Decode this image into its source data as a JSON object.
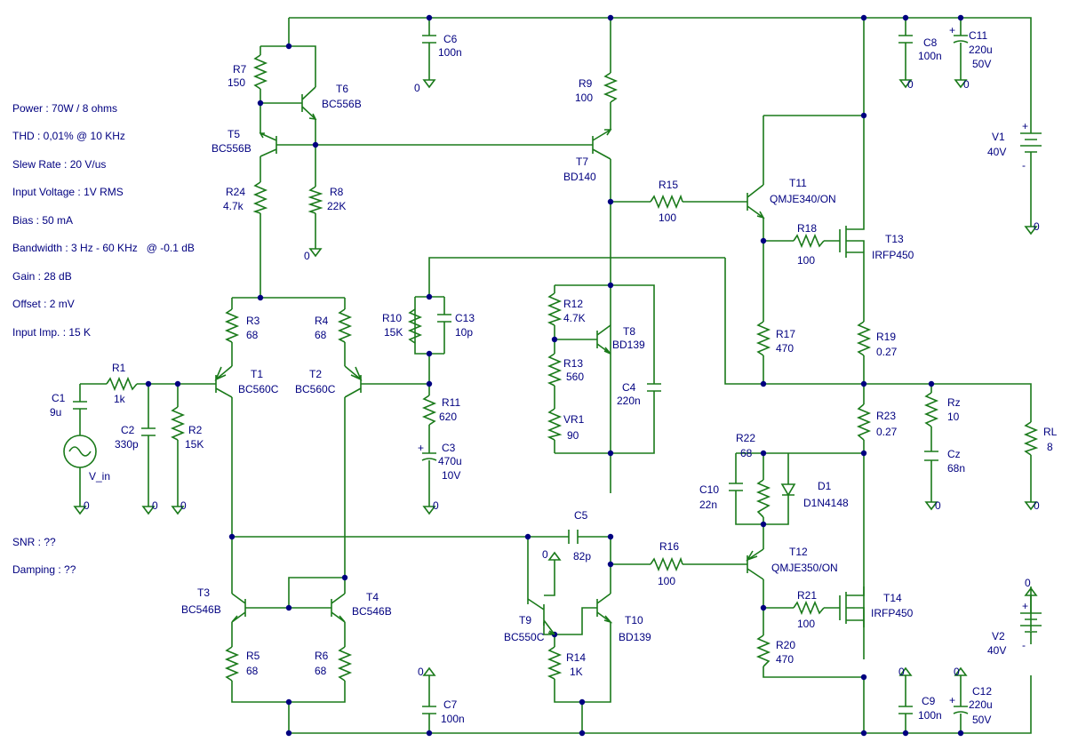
{
  "specs": {
    "power": "Power : 70W / 8 ohms",
    "thd": "THD : 0,01% @ 10 KHz",
    "slew_rate": "Slew Rate : 20 V/us",
    "input_voltage": "Input Voltage : 1V RMS",
    "bias": "Bias : 50 mA",
    "bandwidth": "Bandwidth : 3 Hz - 60 KHz   @ -0.1 dB",
    "gain": "Gain : 28 dB",
    "offset": "Offset : 2 mV",
    "input_imp": "Input Imp. : 15 K",
    "snr": "SNR : ??",
    "damping": "Damping : ??"
  },
  "components": {
    "r1": {
      "ref": "R1",
      "value": "1k"
    },
    "r2": {
      "ref": "R2",
      "value": "15K"
    },
    "r3": {
      "ref": "R3",
      "value": "68"
    },
    "r4": {
      "ref": "R4",
      "value": "68"
    },
    "r5": {
      "ref": "R5",
      "value": "68"
    },
    "r6": {
      "ref": "R6",
      "value": "68"
    },
    "r7": {
      "ref": "R7",
      "value": "150"
    },
    "r8": {
      "ref": "R8",
      "value": "22K"
    },
    "r9": {
      "ref": "R9",
      "value": "100"
    },
    "r10": {
      "ref": "R10",
      "value": "15K"
    },
    "r11": {
      "ref": "R11",
      "value": "620"
    },
    "r12": {
      "ref": "R12",
      "value": "4.7K"
    },
    "r13": {
      "ref": "R13",
      "value": "560"
    },
    "r14": {
      "ref": "R14",
      "value": "1K"
    },
    "r15": {
      "ref": "R15",
      "value": "100"
    },
    "r16": {
      "ref": "R16",
      "value": "100"
    },
    "r17": {
      "ref": "R17",
      "value": "470"
    },
    "r18": {
      "ref": "R18",
      "value": "100"
    },
    "r19": {
      "ref": "R19",
      "value": "0.27"
    },
    "r20": {
      "ref": "R20",
      "value": "470"
    },
    "r21": {
      "ref": "R21",
      "value": "100"
    },
    "r22": {
      "ref": "R22",
      "value": "68"
    },
    "r23": {
      "ref": "R23",
      "value": "0.27"
    },
    "r24": {
      "ref": "R24",
      "value": "4.7k"
    },
    "rz": {
      "ref": "Rz",
      "value": "10"
    },
    "rl": {
      "ref": "RL",
      "value": "8"
    },
    "vr1": {
      "ref": "VR1",
      "value": "90"
    },
    "c1": {
      "ref": "C1",
      "value": "9u"
    },
    "c2": {
      "ref": "C2",
      "value": "330p"
    },
    "c3": {
      "ref": "C3",
      "value": "470u",
      "value2": "10V"
    },
    "c4": {
      "ref": "C4",
      "value": "220n"
    },
    "c5": {
      "ref": "C5",
      "value": "82p"
    },
    "c6": {
      "ref": "C6",
      "value": "100n"
    },
    "c7": {
      "ref": "C7",
      "value": "100n"
    },
    "c8": {
      "ref": "C8",
      "value": "100n"
    },
    "c9": {
      "ref": "C9",
      "value": "100n"
    },
    "c10": {
      "ref": "C10",
      "value": "22n"
    },
    "c11": {
      "ref": "C11",
      "value": "220u",
      "value2": "50V"
    },
    "c12": {
      "ref": "C12",
      "value": "220u",
      "value2": "50V"
    },
    "c13": {
      "ref": "C13",
      "value": "10p"
    },
    "cz": {
      "ref": "Cz",
      "value": "68n"
    },
    "d1": {
      "ref": "D1",
      "value": "D1N4148"
    },
    "t1": {
      "ref": "T1",
      "value": "BC560C"
    },
    "t2": {
      "ref": "T2",
      "value": "BC560C"
    },
    "t3": {
      "ref": "T3",
      "value": "BC546B"
    },
    "t4": {
      "ref": "T4",
      "value": "BC546B"
    },
    "t5": {
      "ref": "T5",
      "value": "BC556B"
    },
    "t6": {
      "ref": "T6",
      "value": "BC556B"
    },
    "t7": {
      "ref": "T7",
      "value": "BD140"
    },
    "t8": {
      "ref": "T8",
      "value": "BD139"
    },
    "t9": {
      "ref": "T9",
      "value": "BC550C"
    },
    "t10": {
      "ref": "T10",
      "value": "BD139"
    },
    "t11": {
      "ref": "T11",
      "value": "QMJE340/ON"
    },
    "t12": {
      "ref": "T12",
      "value": "QMJE350/ON"
    },
    "t13": {
      "ref": "T13",
      "value": "IRFP450"
    },
    "t14": {
      "ref": "T14",
      "value": "IRFP450"
    },
    "v1": {
      "ref": "V1",
      "value": "40V"
    },
    "v2": {
      "ref": "V2",
      "value": "40V"
    },
    "vin": {
      "ref": "V_in"
    }
  },
  "ground_label": "0",
  "polarity": {
    "plus": "+",
    "minus": "-"
  }
}
